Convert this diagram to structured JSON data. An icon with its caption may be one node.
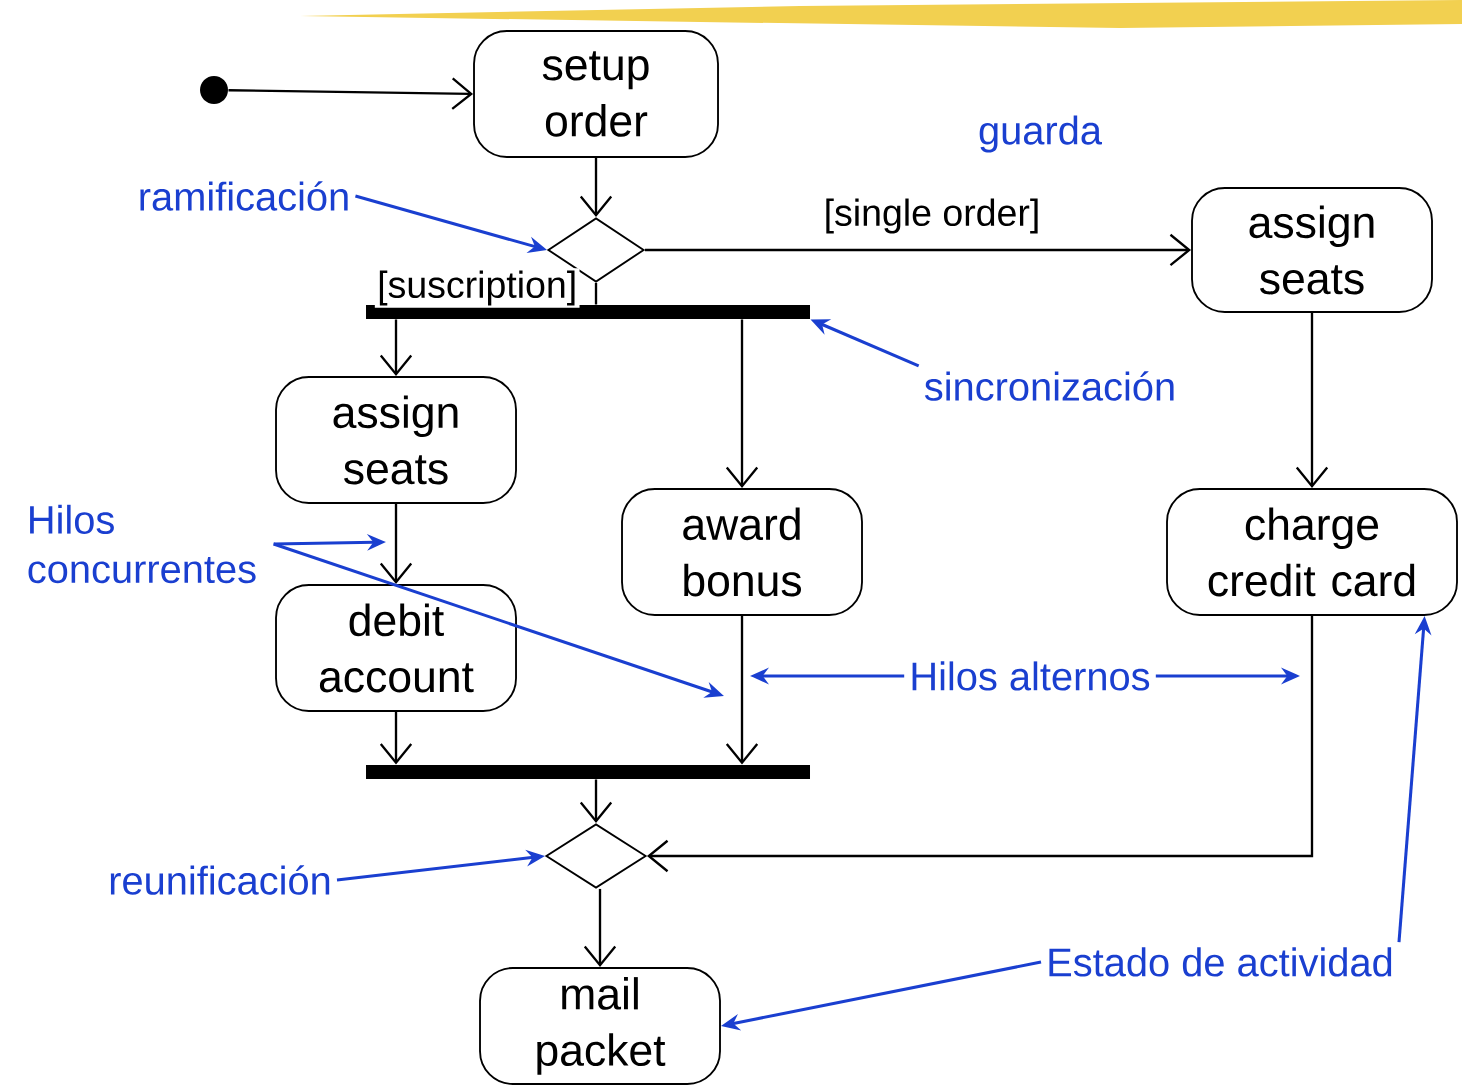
{
  "diagram": {
    "nodes": [
      {
        "text": [],
        "shape": "circle"
      },
      {
        "text": [
          "setup order"
        ]
      },
      {
        "text": [],
        "shape": "diamond"
      },
      {
        "text": [],
        "shape": "bar"
      },
      {
        "text": [
          "assign seats"
        ]
      },
      {
        "text": [
          "assign seats"
        ]
      },
      {
        "text": [
          "award bonus"
        ]
      },
      {
        "text": [
          "charge credit card"
        ]
      },
      {
        "text": [
          "debit account"
        ]
      },
      {
        "text": [],
        "shape": "bar"
      },
      {
        "text": [],
        "shape": "diamond"
      },
      {
        "text": [
          "mail packet"
        ]
      },
      {
        "text": [
          "ramificación"
        ]
      },
      {
        "text": [
          "sincronización"
        ]
      },
      {
        "text": [
          "Hilos concurrentes"
        ]
      },
      {
        "text": [
          "Hilos alternos"
        ]
      },
      {
        "text": [
          "reunificación"
        ]
      },
      {
        "text": [
          "Estado de actividad"
        ]
      }
    ],
    "edges": [
      {
        "from": 0,
        "to": 1,
        "arrow": "to"
      },
      {
        "from": 1,
        "to": 2,
        "arrow": "to"
      },
      {
        "from": 2,
        "to": 4,
        "arrow": "to",
        "label": "[single order]"
      },
      {
        "from": 2,
        "to": 3,
        "arrow": "none",
        "label": "[suscription]"
      },
      {
        "from": 3,
        "to": 5,
        "arrow": "to"
      },
      {
        "from": 3,
        "to": 6,
        "arrow": "to"
      },
      {
        "from": 4,
        "to": 7,
        "arrow": "to"
      },
      {
        "from": 5,
        "to": 8,
        "arrow": "to"
      },
      {
        "from": 8,
        "to": 9,
        "arrow": "to"
      },
      {
        "from": 6,
        "to": 9,
        "arrow": "to"
      },
      {
        "from": 9,
        "to": 10,
        "arrow": "to"
      },
      {
        "from": 7,
        "to": 10,
        "arrow": "to"
      },
      {
        "from": 10,
        "to": 11,
        "arrow": "to"
      },
      {
        "from": 12,
        "to": 2,
        "arrow": "to",
        "color": "#1a3fd0"
      },
      {
        "from": 13,
        "to": 3,
        "arrow": "to",
        "color": "#1a3fd0"
      },
      {
        "from": 14,
        "to": null,
        "arrow": "to",
        "color": "#1a3fd0"
      },
      {
        "from": 14,
        "to": null,
        "arrow": "to",
        "color": "#1a3fd0"
      },
      {
        "from": 15,
        "to": null,
        "arrow": "to",
        "color": "#1a3fd0"
      },
      {
        "from": 15,
        "to": null,
        "arrow": "to",
        "color": "#1a3fd0"
      },
      {
        "from": 16,
        "to": 10,
        "arrow": "to",
        "color": "#1a3fd0"
      },
      {
        "from": 17,
        "to": 11,
        "arrow": "to",
        "color": "#1a3fd0"
      },
      {
        "from": 17,
        "to": 7,
        "arrow": "to",
        "color": "#1a3fd0"
      }
    ],
    "labels": [
      "guarda"
    ]
  }
}
